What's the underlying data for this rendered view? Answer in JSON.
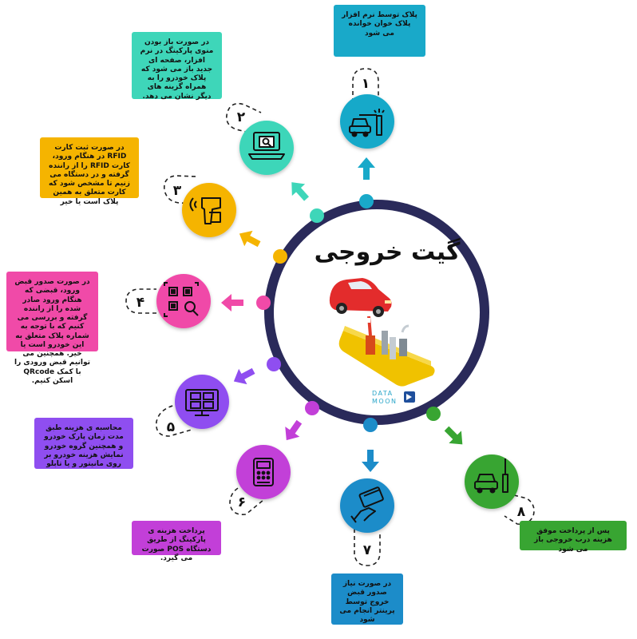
{
  "title": "گیت خروجی",
  "brand": {
    "line1": "DATA",
    "line2": "MOON"
  },
  "steps": [
    {
      "number": "۱",
      "color": "#19a9c9",
      "icon": "car-at-barrier-icon",
      "text": "پلاک توسط نرم افزار پلاک خوان خوانده می شود"
    },
    {
      "number": "۲",
      "color": "#3ed6b9",
      "icon": "laptop-search-icon",
      "text": "در صورت باز بودن منوی پارکینگ در نرم افزار، صفحه ای جدید باز می شود که پلاک خودرو را به همراه گزینه های دیگر نشان می دهد."
    },
    {
      "number": "۳",
      "color": "#f5b400",
      "icon": "rfid-scanner-icon",
      "text": "در صورت ثبت کارت RFID در هنگام ورود، کارت RFID را از راننده گرفته و در دستگاه می زنیم تا مشخص شود که کارت متعلق به همین پلاک است یا خیر"
    },
    {
      "number": "۴",
      "color": "#f04aa8",
      "icon": "qr-code-scan-icon",
      "text": "در صورت صدور قبض ورود، قبضی که هنگام ورود صادر شده را از راننده گرفته و بررسی می کنیم که با توجه به شماره پلاک متعلق به این خودرو است یا خیر. همچنین می توانیم قبض ورودی را با کمک QRcode اسکن کنیم."
    },
    {
      "number": "۵",
      "color": "#8f4ef0",
      "icon": "monitor-calculator-icon",
      "text": "محاسبه ی هزینه طبق مدت زمان پارک خودرو و همچنین گروه خودرو نمایش هزینه خودرو بر روی مانیتور و یا تابلو"
    },
    {
      "number": "۶",
      "color": "#c23fd8",
      "icon": "pos-terminal-icon",
      "text": "پرداخت هزینه ی پارکینگ از طریق دستگاه POS صورت می گیرد."
    },
    {
      "number": "۷",
      "color": "#1c8cc9",
      "icon": "card-payment-icon",
      "text": "در صورت نیاز صدور قبض خروج توسط پرینتر انجام می شود"
    },
    {
      "number": "۸",
      "color": "#38a532",
      "icon": "car-barrier-open-icon",
      "text": "پس از پرداخت موفق هزینه درب خروجی باز می شود"
    }
  ]
}
